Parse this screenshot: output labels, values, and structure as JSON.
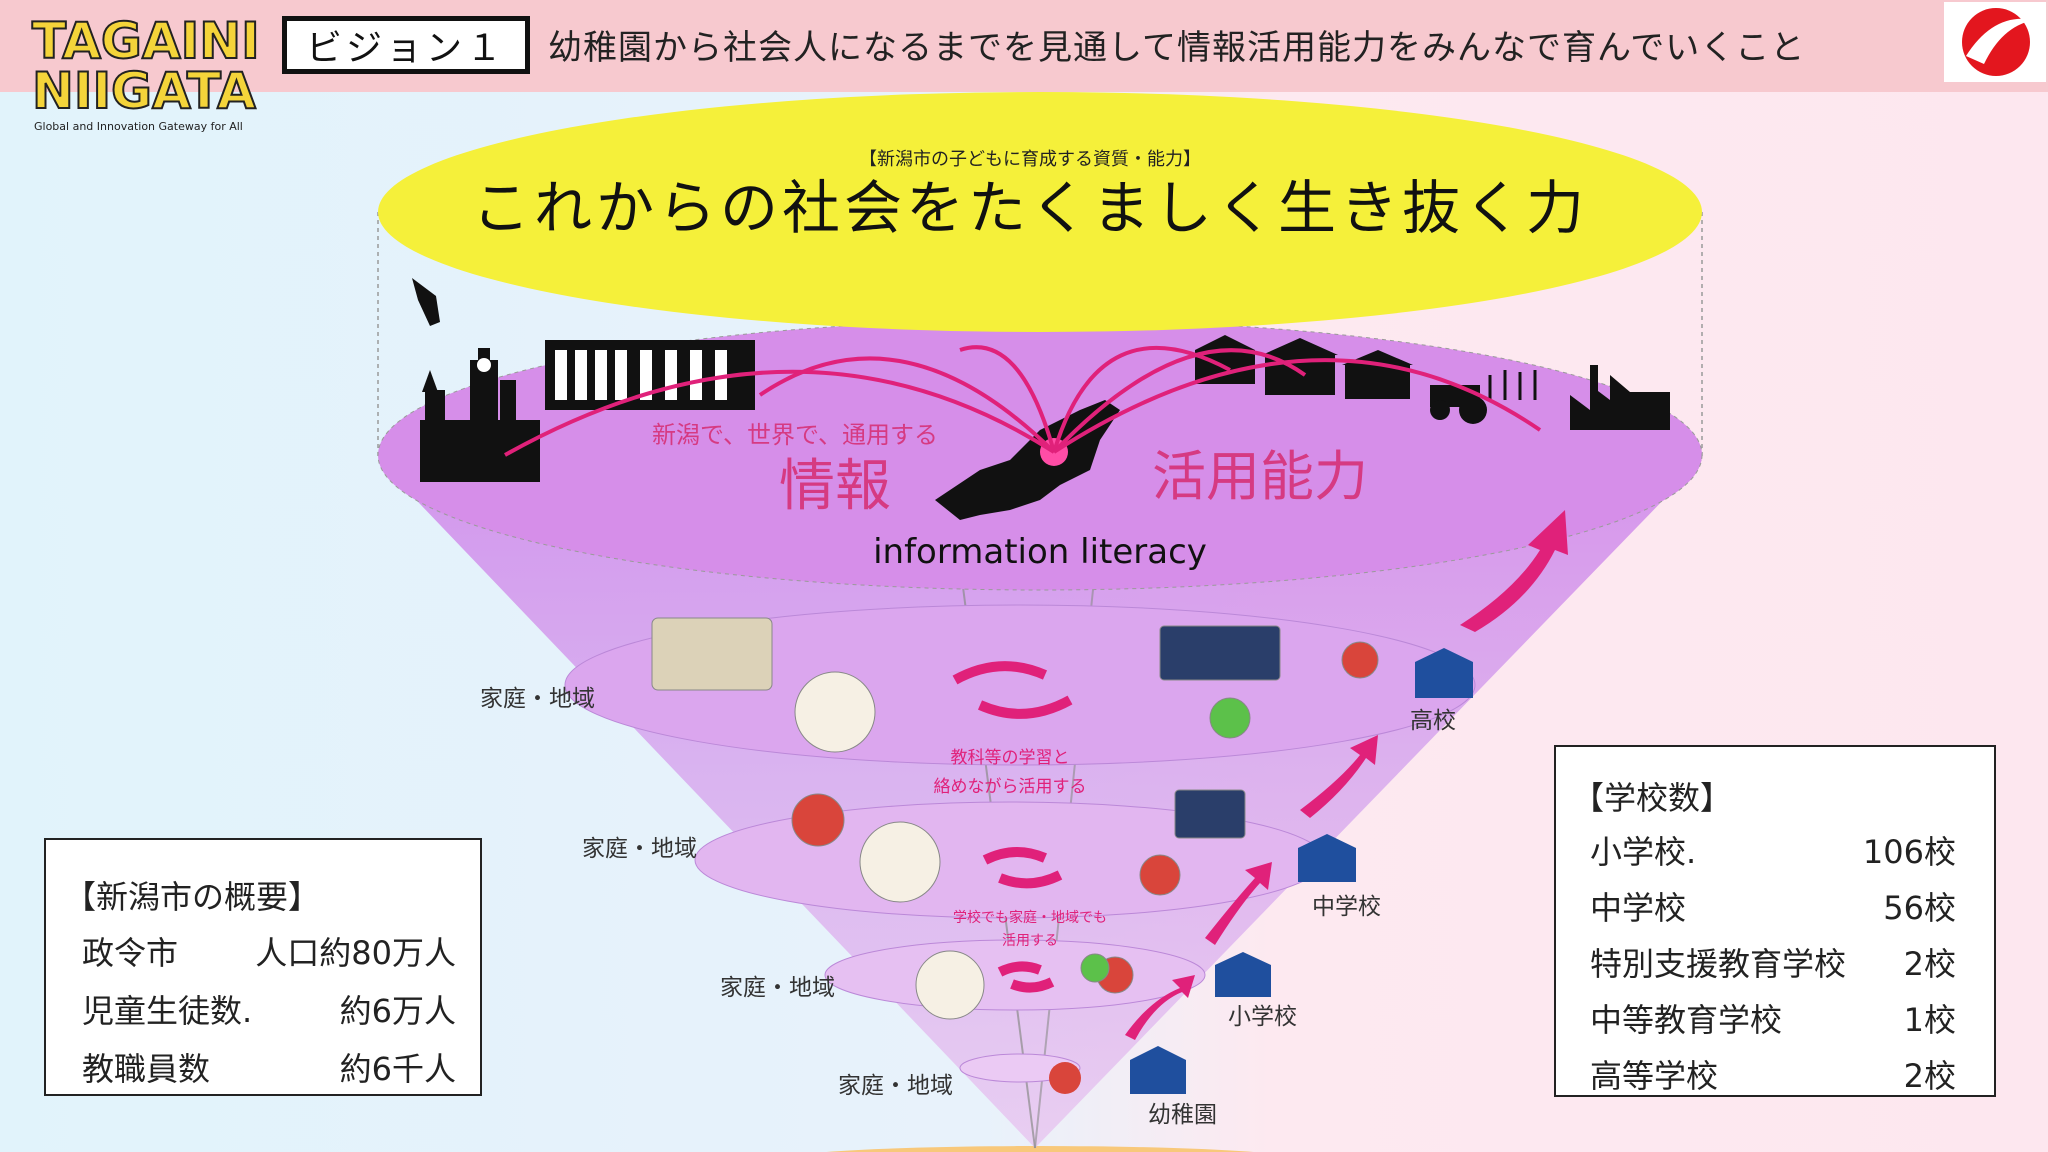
{
  "header": {
    "logo_line1": "TAGAINI",
    "logo_line2": "NIIGATA",
    "logo_tagline": "Global and Innovation Gateway for All",
    "vision_label": "ビジョン１",
    "vision_text": "幼稚園から社会人になるまでを見通して情報活用能力をみんなで育んでいくこと"
  },
  "ellipse": {
    "small_heading": "【新潟市の子どもに育成する資質・能力】",
    "main_heading": "これからの社会をたくましく生き抜く力"
  },
  "top_layer": {
    "subtitle": "新潟で、世界で、通用する",
    "word_left": "情報",
    "word_right": "活用能力",
    "english": "information literacy"
  },
  "levels": {
    "home_region_label": "家庭・地域",
    "caption_1": "教科等の学習と",
    "caption_2": "絡めながら活用する",
    "caption_3": "学校でも家庭・地域でも",
    "caption_4": "活用する",
    "school_high": "高校",
    "school_middle": "中学校",
    "school_elementary": "小学校",
    "school_kinder": "幼稚園"
  },
  "overview_box": {
    "title": "【新潟市の概要】",
    "rows": [
      {
        "label": "政令市",
        "value": "人口約80万人"
      },
      {
        "label": "児童生徒数.",
        "value": "約6万人"
      },
      {
        "label": "教職員数",
        "value": "約6千人"
      }
    ]
  },
  "schools_box": {
    "title": "【学校数】",
    "rows": [
      {
        "label": "小学校.",
        "value": "106校"
      },
      {
        "label": "中学校",
        "value": "56校"
      },
      {
        "label": "特別支援教育学校",
        "value": "2校"
      },
      {
        "label": "中等教育学校",
        "value": "1校"
      },
      {
        "label": "高等学校",
        "value": "2校"
      }
    ]
  },
  "colors": {
    "accent_pink": "#e0217a",
    "funnel_purple": "#c77fe0",
    "ellipse_yellow": "#f5f03a",
    "school_blue": "#1f4f9e"
  }
}
